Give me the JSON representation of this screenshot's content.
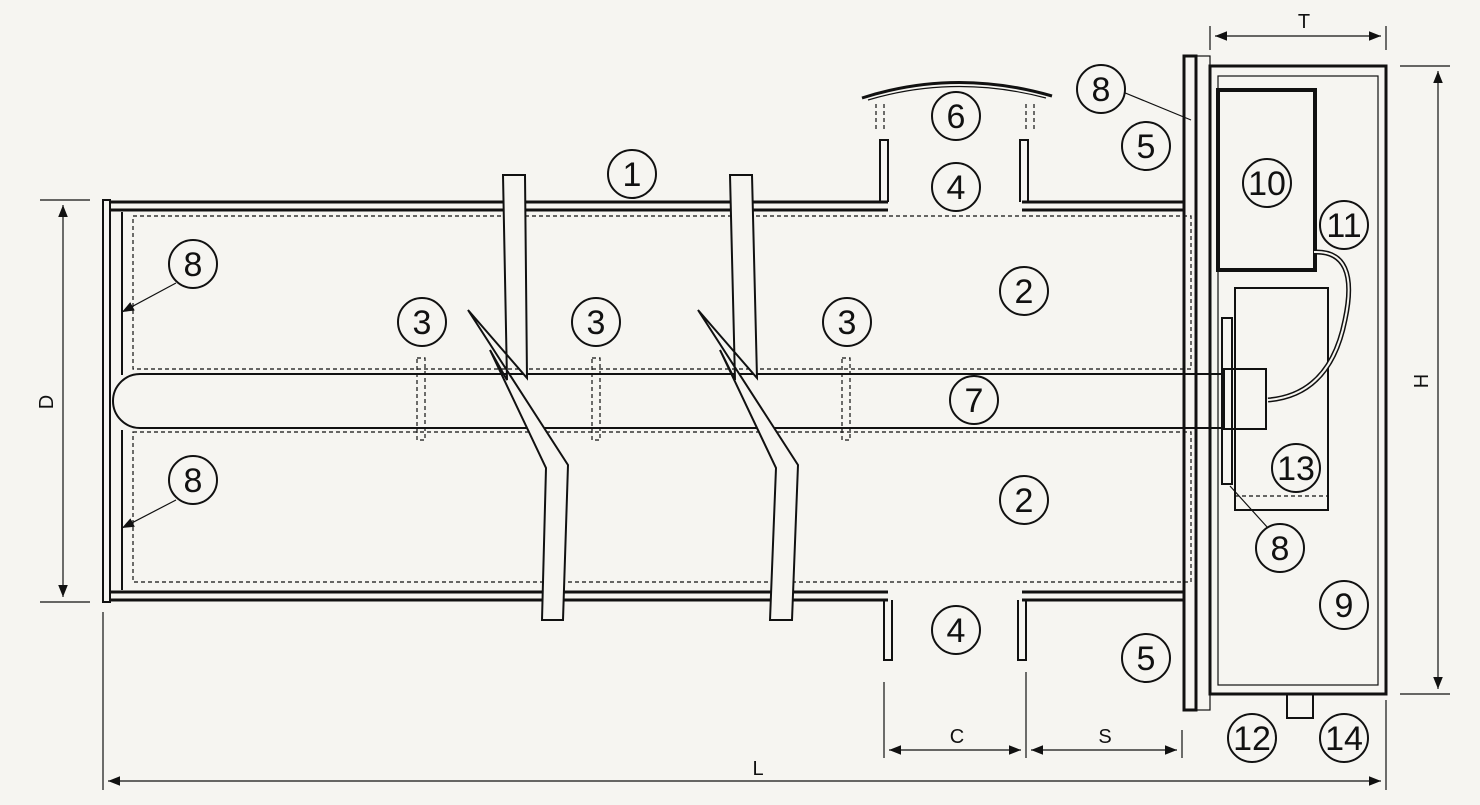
{
  "callouts": {
    "c1": "1",
    "c2_top": "2",
    "c2_bottom": "2",
    "c3_a": "3",
    "c3_b": "3",
    "c3_c": "3",
    "c4_top": "4",
    "c4_bottom": "4",
    "c5_top": "5",
    "c5_bottom": "5",
    "c6": "6",
    "c7": "7",
    "c8_top_right": "8",
    "c8_left_upper": "8",
    "c8_left_lower": "8",
    "c8_right_lower": "8",
    "c9": "9",
    "c10": "10",
    "c11": "11",
    "c12": "12",
    "c13": "13",
    "c14": "14"
  },
  "dimensions": {
    "D": "D",
    "L": "L",
    "H": "H",
    "T": "T",
    "C": "C",
    "S": "S"
  },
  "colors": {
    "ink": "#111111",
    "paper": "#f6f5f1"
  }
}
